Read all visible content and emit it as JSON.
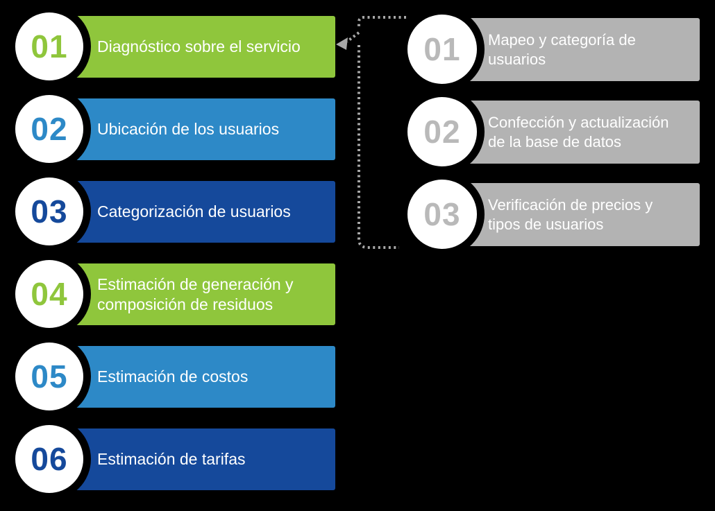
{
  "background_color": "#000000",
  "left_steps": [
    {
      "number": "01",
      "label": "Diagnóstico sobre el servicio",
      "color": "#8fc63c"
    },
    {
      "number": "02",
      "label": "Ubicación de los usuarios",
      "color": "#2d89c7"
    },
    {
      "number": "03",
      "label": "Categorización de usuarios",
      "color": "#15499b"
    },
    {
      "number": "04",
      "label": "Estimación de generación y composición de residuos",
      "color": "#8fc63c"
    },
    {
      "number": "05",
      "label": "Estimación de costos",
      "color": "#2d89c7"
    },
    {
      "number": "06",
      "label": "Estimación de tarifas",
      "color": "#15499b"
    }
  ],
  "right_steps": [
    {
      "number": "01",
      "label": "Mapeo y categoría de usuarios",
      "color": "#b3b3b3",
      "number_color": "#b9b9b9"
    },
    {
      "number": "02",
      "label": "Confección y actualización de la base de datos",
      "color": "#b3b3b3",
      "number_color": "#b9b9b9"
    },
    {
      "number": "03",
      "label": "Verificación de precios y tipos de usuarios",
      "color": "#b3b3b3",
      "number_color": "#b9b9b9"
    }
  ],
  "text_color": "#ffffff",
  "connector": {
    "color": "#a8a8a8",
    "meaning": "right sub-steps 01-03 belong to left step 01"
  }
}
